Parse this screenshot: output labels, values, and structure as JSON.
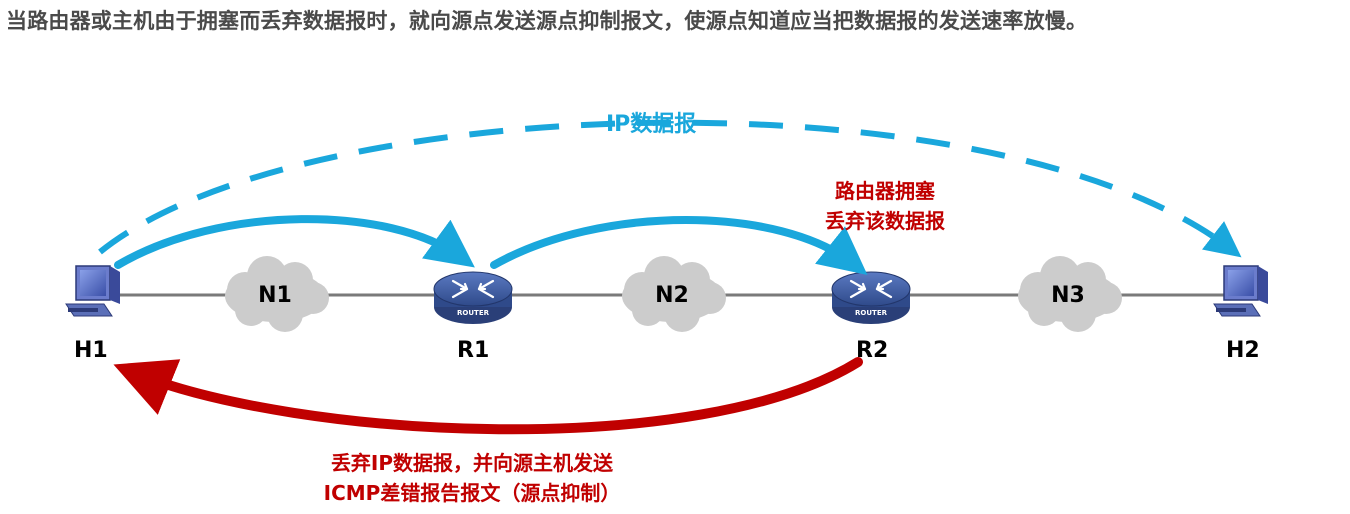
{
  "headline": "当路由器或主机由于拥塞而丢弃数据报时，就向源点发送源点抑制报文，使源点知道应当把数据报的发送速率放慢。",
  "arrows": {
    "ip_datagram": "IP数据报",
    "congestion_line1": "路由器拥塞",
    "congestion_line2": "丢弃该数据报",
    "icmp_line1": "丢弃IP数据报，并向源主机发送",
    "icmp_line2": "ICMP差错报告报文（源点抑制）"
  },
  "nodes": {
    "h1": "H1",
    "r1": "R1",
    "r2": "R2",
    "h2": "H2"
  },
  "networks": {
    "n1": "N1",
    "n2": "N2",
    "n3": "N3"
  },
  "router_badge": "ROUTER",
  "colors": {
    "blue": "#1aa7dc",
    "red": "#c00000",
    "router": "#3d5a9e",
    "cloud": "#c8c8c8",
    "link": "#7a7a7a"
  }
}
